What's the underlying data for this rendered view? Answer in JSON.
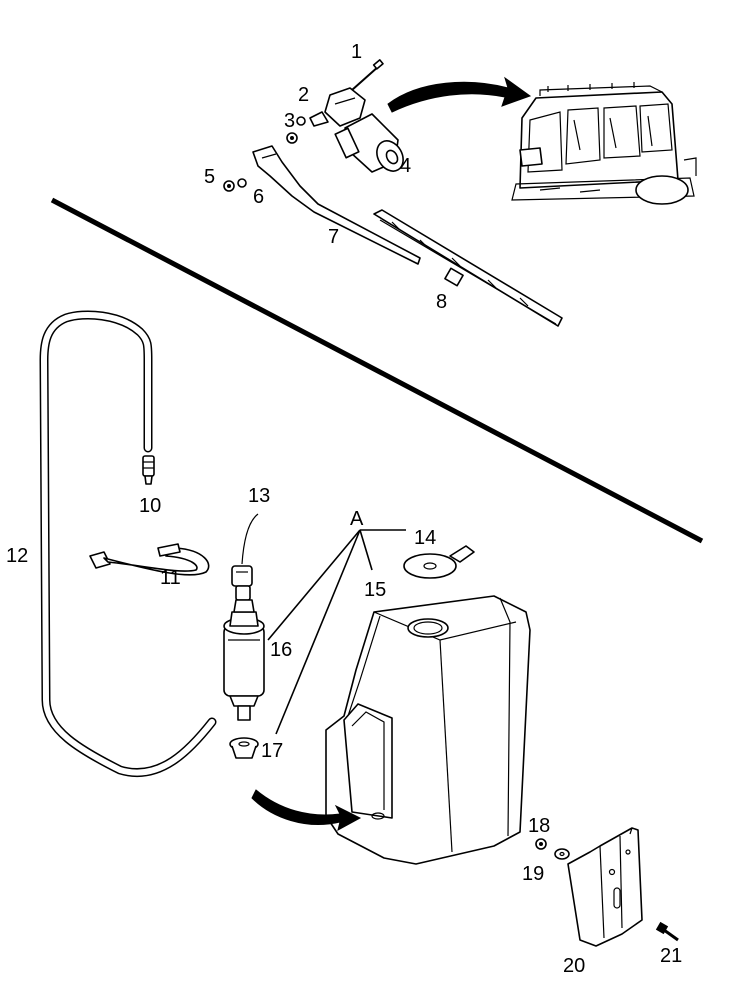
{
  "callouts": {
    "c1": "1",
    "c2": "2",
    "c3": "3",
    "c4": "4",
    "c5": "5",
    "c6": "6",
    "c7": "7",
    "c8": "8",
    "c10": "10",
    "c11": "11",
    "c12": "12",
    "c13": "13",
    "c14": "14",
    "c15": "15",
    "c16": "16",
    "c17": "17",
    "c18": "18",
    "c19": "19",
    "c20": "20",
    "c21": "21",
    "cA": "A"
  }
}
